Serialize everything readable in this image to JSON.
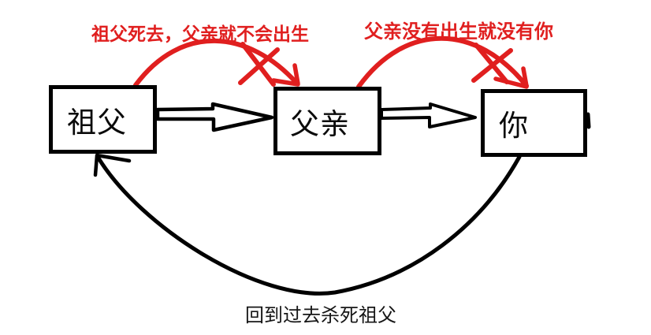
{
  "diagram": {
    "topic": "grandfather-paradox",
    "nodes": [
      {
        "id": "grandfather",
        "label": "祖父"
      },
      {
        "id": "father",
        "label": "父亲"
      },
      {
        "id": "you",
        "label": "你"
      }
    ],
    "annotations": {
      "red_left": "祖父死去，父亲就不会出生",
      "red_right": "父亲没有出生就没有你",
      "bottom": "回到过去杀死祖父"
    },
    "edges": [
      {
        "from": "grandfather",
        "to": "father",
        "type": "block-arrow"
      },
      {
        "from": "father",
        "to": "you",
        "type": "block-arrow"
      },
      {
        "from": "grandfather",
        "to": "father",
        "type": "crossed-red-arc",
        "label": "祖父死去，父亲就不会出生"
      },
      {
        "from": "father",
        "to": "you",
        "type": "crossed-red-arc",
        "label": "父亲没有出生就没有你"
      },
      {
        "from": "you",
        "to": "grandfather",
        "type": "loop-back-arc",
        "label": "回到过去杀死祖父"
      }
    ],
    "colors": {
      "negation_red": "#e01f1f",
      "ink_black": "#000000",
      "background": "#ffffff"
    }
  }
}
